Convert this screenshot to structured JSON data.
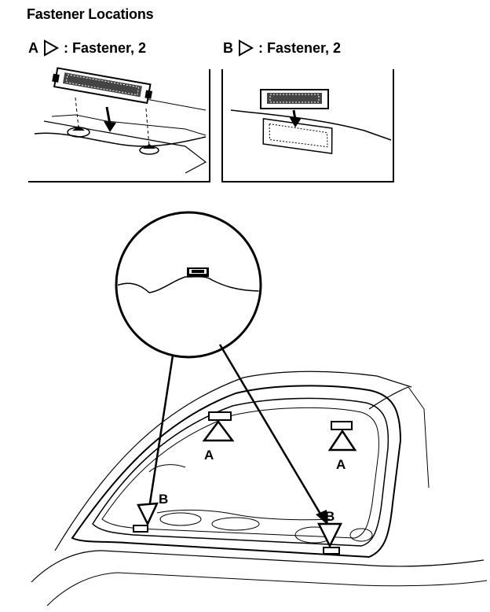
{
  "title": "Fastener Locations",
  "legend": {
    "a": {
      "letter": "A",
      "text": ": Fastener, 2"
    },
    "b": {
      "letter": "B",
      "text": ": Fastener, 2"
    }
  },
  "callouts": {
    "a": "A",
    "b": "B"
  }
}
